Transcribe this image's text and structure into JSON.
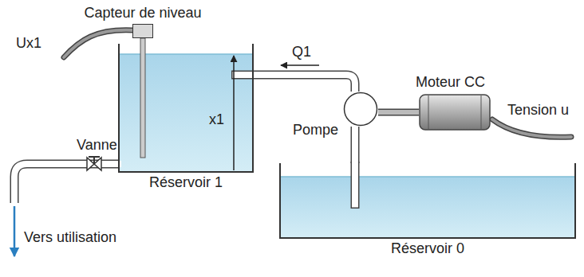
{
  "diagram": {
    "nodes": [
      {
        "text": [
          "Capteur de niveau"
        ]
      },
      {
        "text": [
          "Réservoir 1"
        ]
      },
      {
        "text": [
          "Pompe"
        ]
      },
      {
        "text": [
          "Moteur CC"
        ]
      },
      {
        "text": [
          "Réservoir 0"
        ]
      }
    ],
    "edges": [
      {
        "from": 4,
        "to": 2,
        "arrow": "none"
      },
      {
        "from": 2,
        "to": 1,
        "arrow": "none"
      },
      {
        "from": 3,
        "to": 2,
        "arrow": "none"
      }
    ],
    "labels": [
      "Ux1",
      "Q1",
      "x1",
      "Vanne",
      "Tension u",
      "Vers utilisation"
    ]
  }
}
